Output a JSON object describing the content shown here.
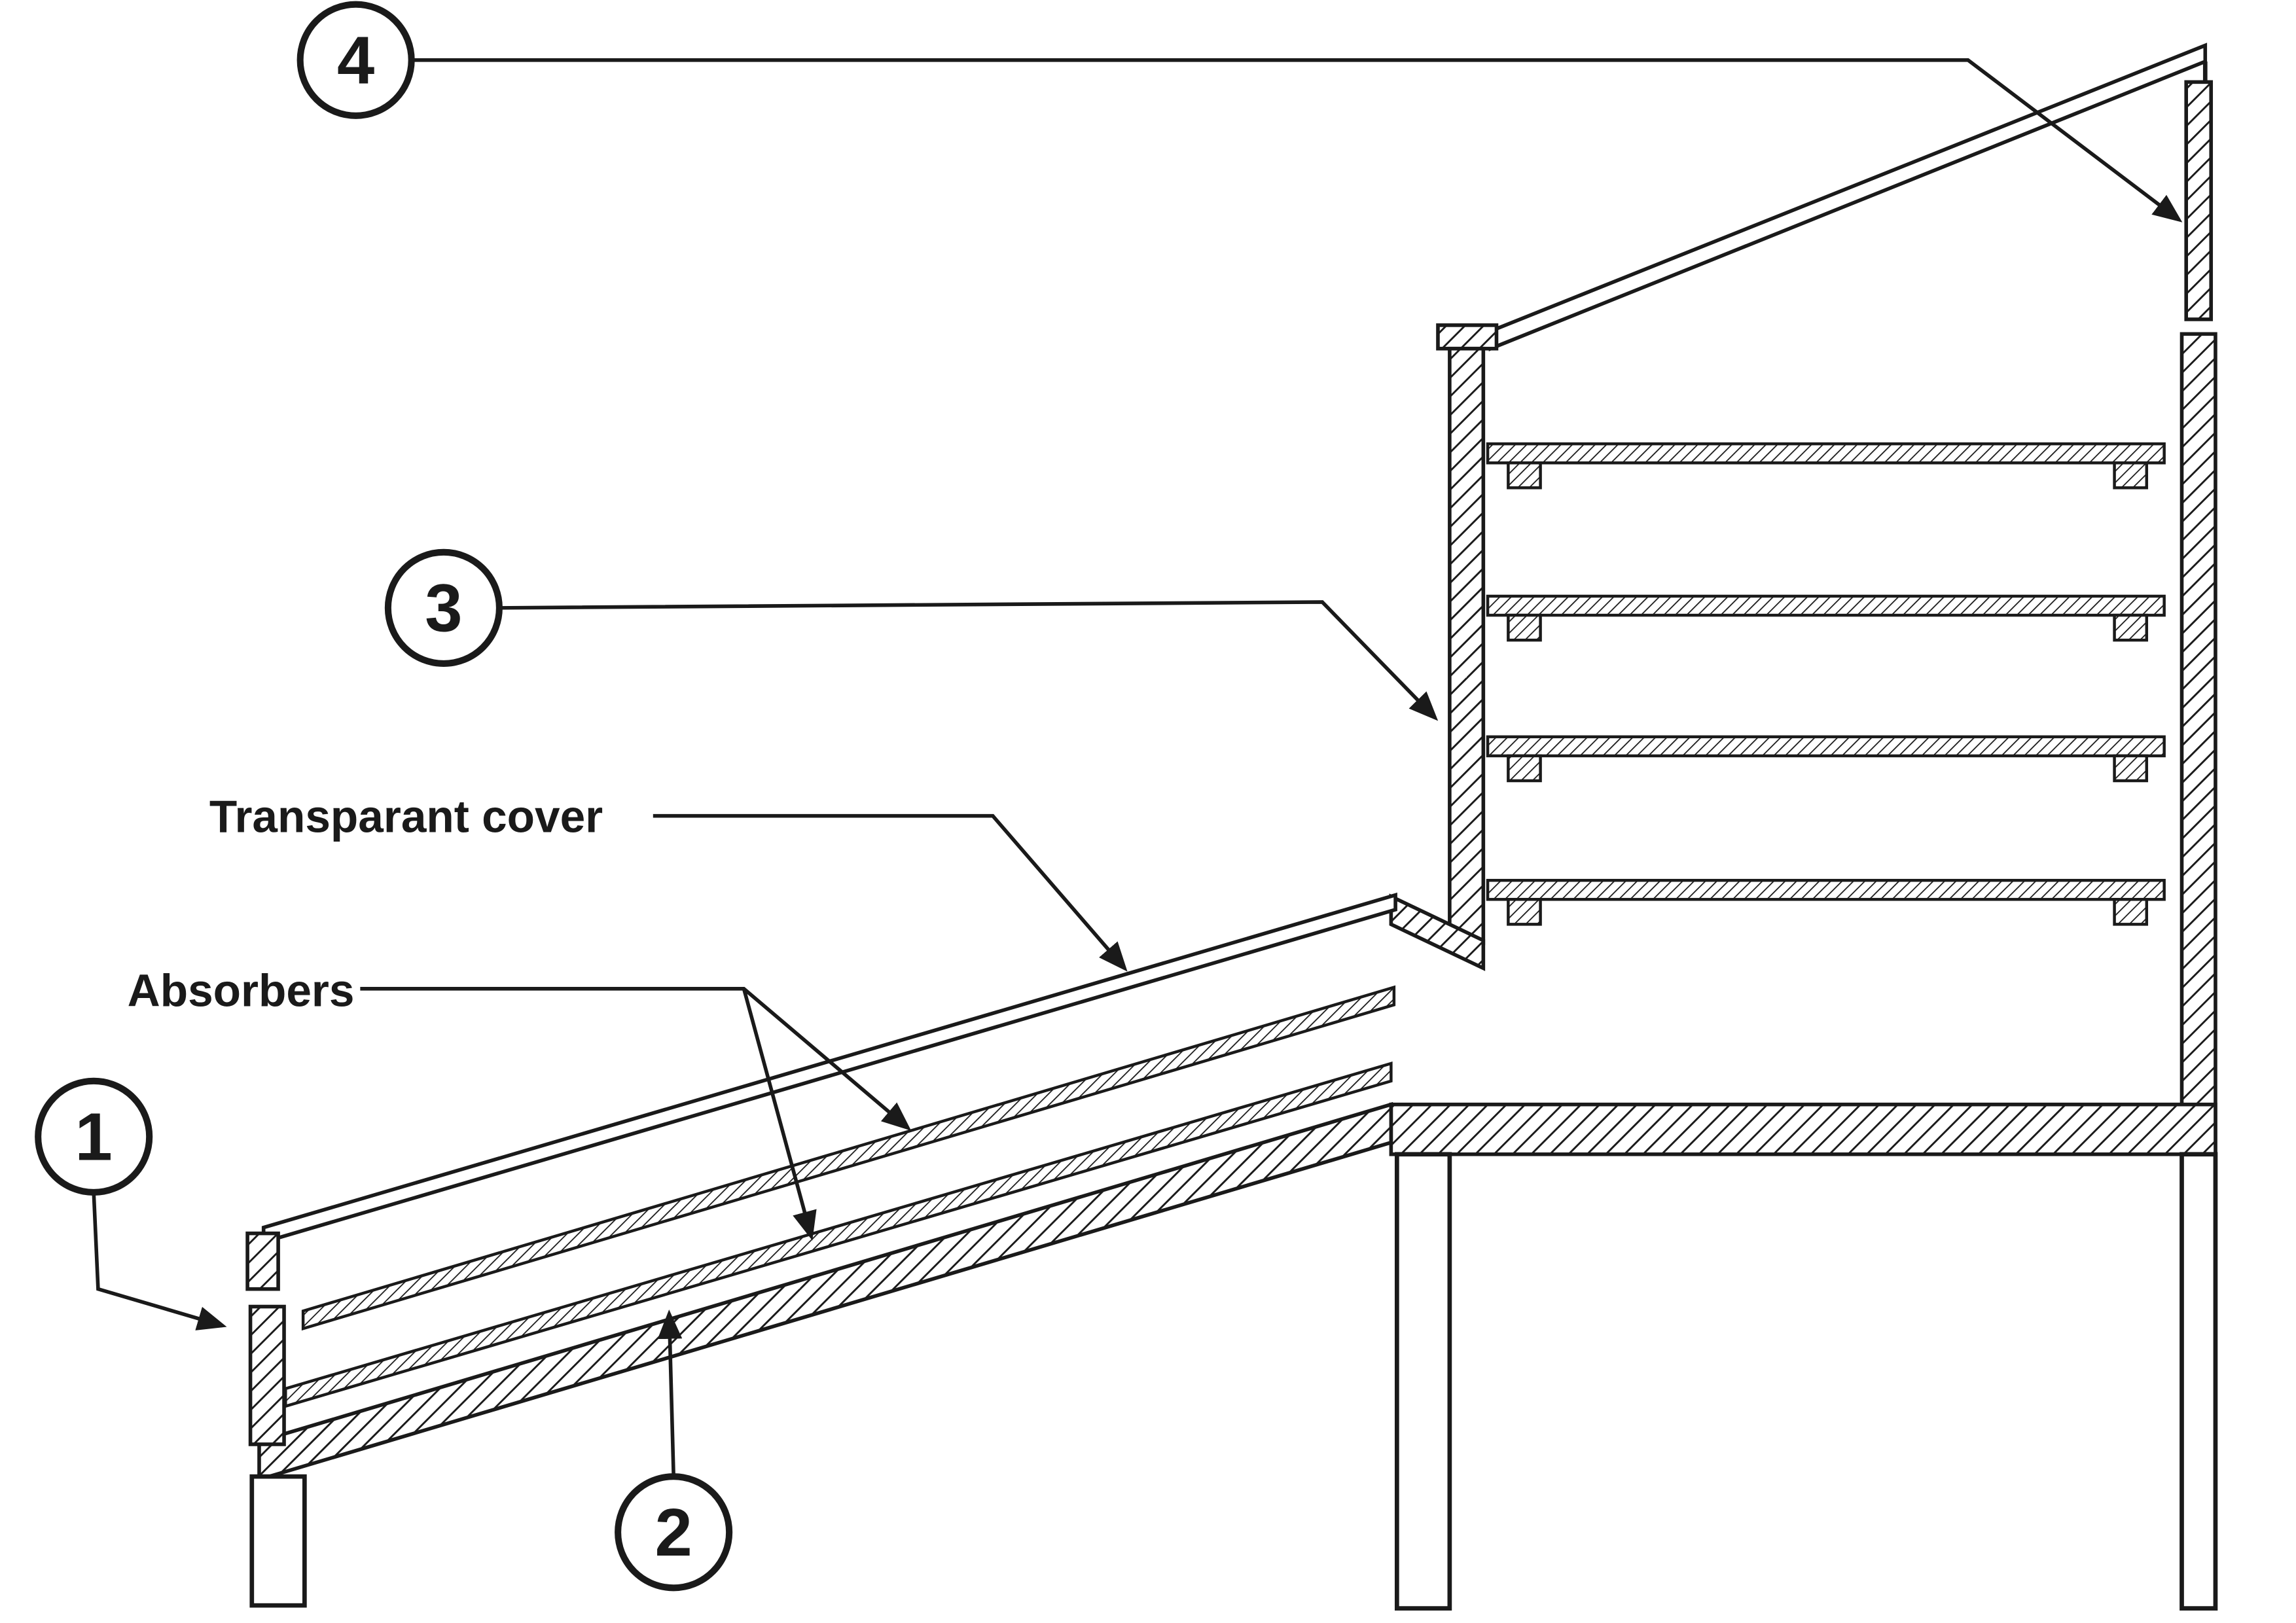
{
  "diagram": {
    "background_color": "#ffffff",
    "line_color": "#1a1a1a",
    "callouts": [
      {
        "label": "1",
        "points_to": "collector-air-inlet"
      },
      {
        "label": "2",
        "points_to": "collector-bottom-plate"
      },
      {
        "label": "3",
        "points_to": "chamber-left-wall"
      },
      {
        "label": "4",
        "points_to": "chimney-outlet-vent"
      }
    ],
    "labels": {
      "transparent_cover": "Transparant cover",
      "absorbers": "Absorbers"
    }
  }
}
